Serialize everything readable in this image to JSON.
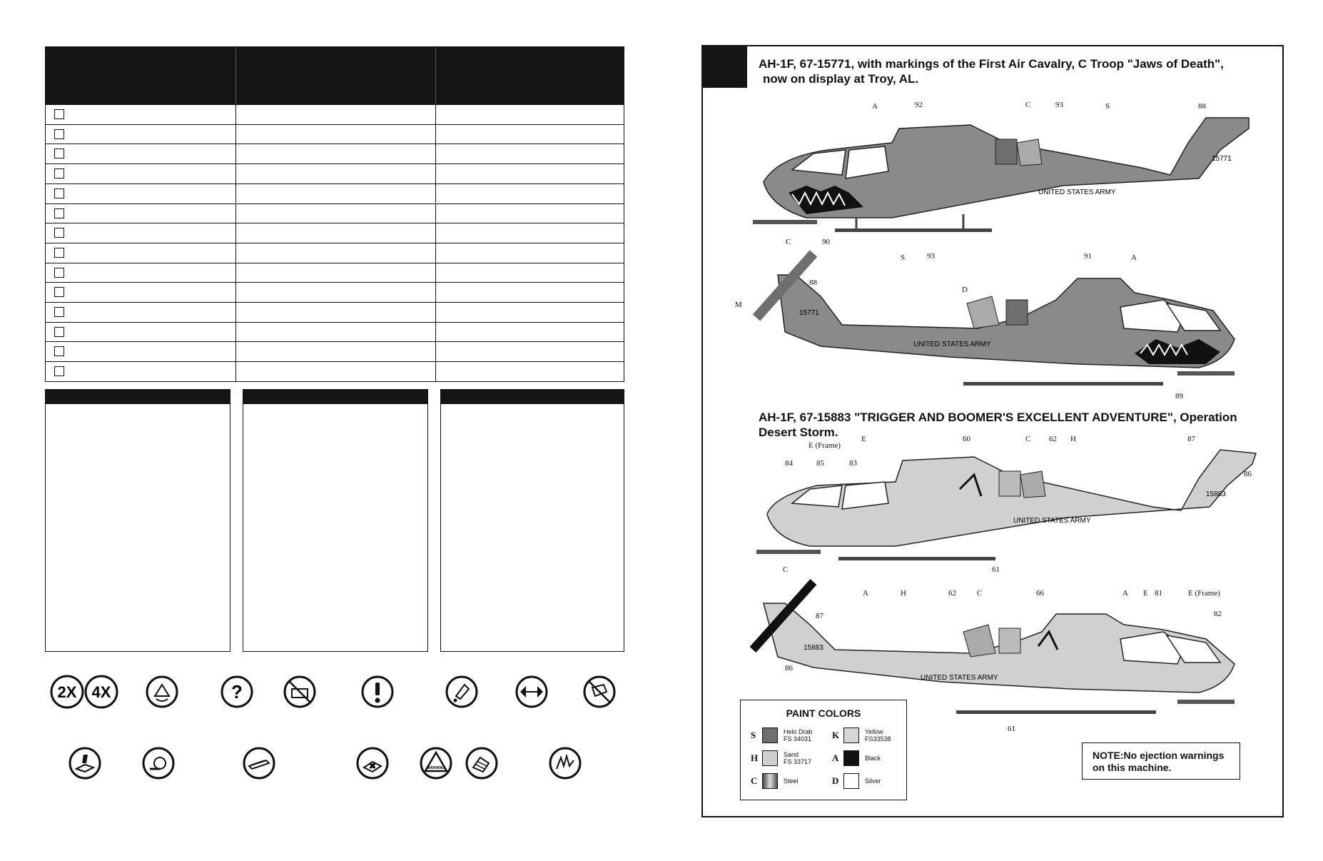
{
  "parts_table": {
    "rows": 14
  },
  "notes_panels": 3,
  "symbols_row1": [
    {
      "icon": "2x-4x-times-icon",
      "text": [
        "2X",
        "4X"
      ]
    },
    {
      "icon": "flip-over-icon"
    },
    {
      "icon": "question-icon"
    },
    {
      "icon": "do-not-glue-icon"
    },
    {
      "icon": "caution-exclamation-icon"
    },
    {
      "icon": "apply-glue-icon"
    },
    {
      "icon": "symmetry-arrows-icon"
    },
    {
      "icon": "no-cement-icon"
    }
  ],
  "symbols_row2": [
    {
      "icon": "cut-off-part-icon"
    },
    {
      "icon": "tape-roll-icon"
    },
    {
      "icon": "sand-file-icon"
    },
    {
      "icon": "drill-hole-icon"
    },
    {
      "icon": "warning-triangle-icon",
      "text": "WARNING"
    },
    {
      "icon": "hand-tool-icon"
    },
    {
      "icon": "decal-apply-icon"
    }
  ],
  "scheme1": {
    "title_line1": "AH-1F, 67-15771, with markings of the First Air Cavalry, C Troop \"Jaws of Death\",",
    "title_line2": "now on display at Troy, AL.",
    "serial": "15771",
    "army_text": "UNITED STATES ARMY",
    "callouts_left_view": [
      "A",
      "92",
      "C",
      "93",
      "S",
      "88",
      "C",
      "90"
    ],
    "callouts_right_view": [
      "M",
      "88",
      "S",
      "93",
      "91",
      "A",
      "D",
      "89"
    ]
  },
  "scheme2": {
    "title_line1": "AH-1F, 67-15883 \"TRIGGER AND BOOMER'S EXCELLENT ADVENTURE\", Operation",
    "title_line2": "Desert Storm.",
    "serial": "15883",
    "army_text": "UNITED STATES ARMY",
    "callouts_left_view": [
      "E",
      "(Frame)",
      "E",
      "84",
      "85",
      "83",
      "60",
      "C",
      "62",
      "H",
      "87",
      "86",
      "C",
      "61"
    ],
    "callouts_right_view": [
      "A",
      "H",
      "62",
      "C",
      "66",
      "A",
      "E",
      "81",
      "E",
      "(Frame)",
      "87",
      "82",
      "86",
      "61"
    ]
  },
  "paint_legend": {
    "title": "PAINT COLORS",
    "items": [
      {
        "key": "S",
        "name": "Helo Drab",
        "code": "FS 34031",
        "color": "#6e6e6e"
      },
      {
        "key": "K",
        "name": "Yellow",
        "code": "FS33538",
        "color": "#d6d6d6"
      },
      {
        "key": "H",
        "name": "Sand",
        "code": "FS 33717",
        "color": "#cfcfcf"
      },
      {
        "key": "A",
        "name": "Black",
        "code": "",
        "color": "#111111"
      },
      {
        "key": "C",
        "name": "Steel",
        "code": "",
        "color": "#8a8a8a"
      },
      {
        "key": "D",
        "name": "Silver",
        "code": "",
        "color": "#ffffff"
      }
    ]
  },
  "note": {
    "line1": "NOTE:No ejection warnings",
    "line2": "on this machine."
  }
}
